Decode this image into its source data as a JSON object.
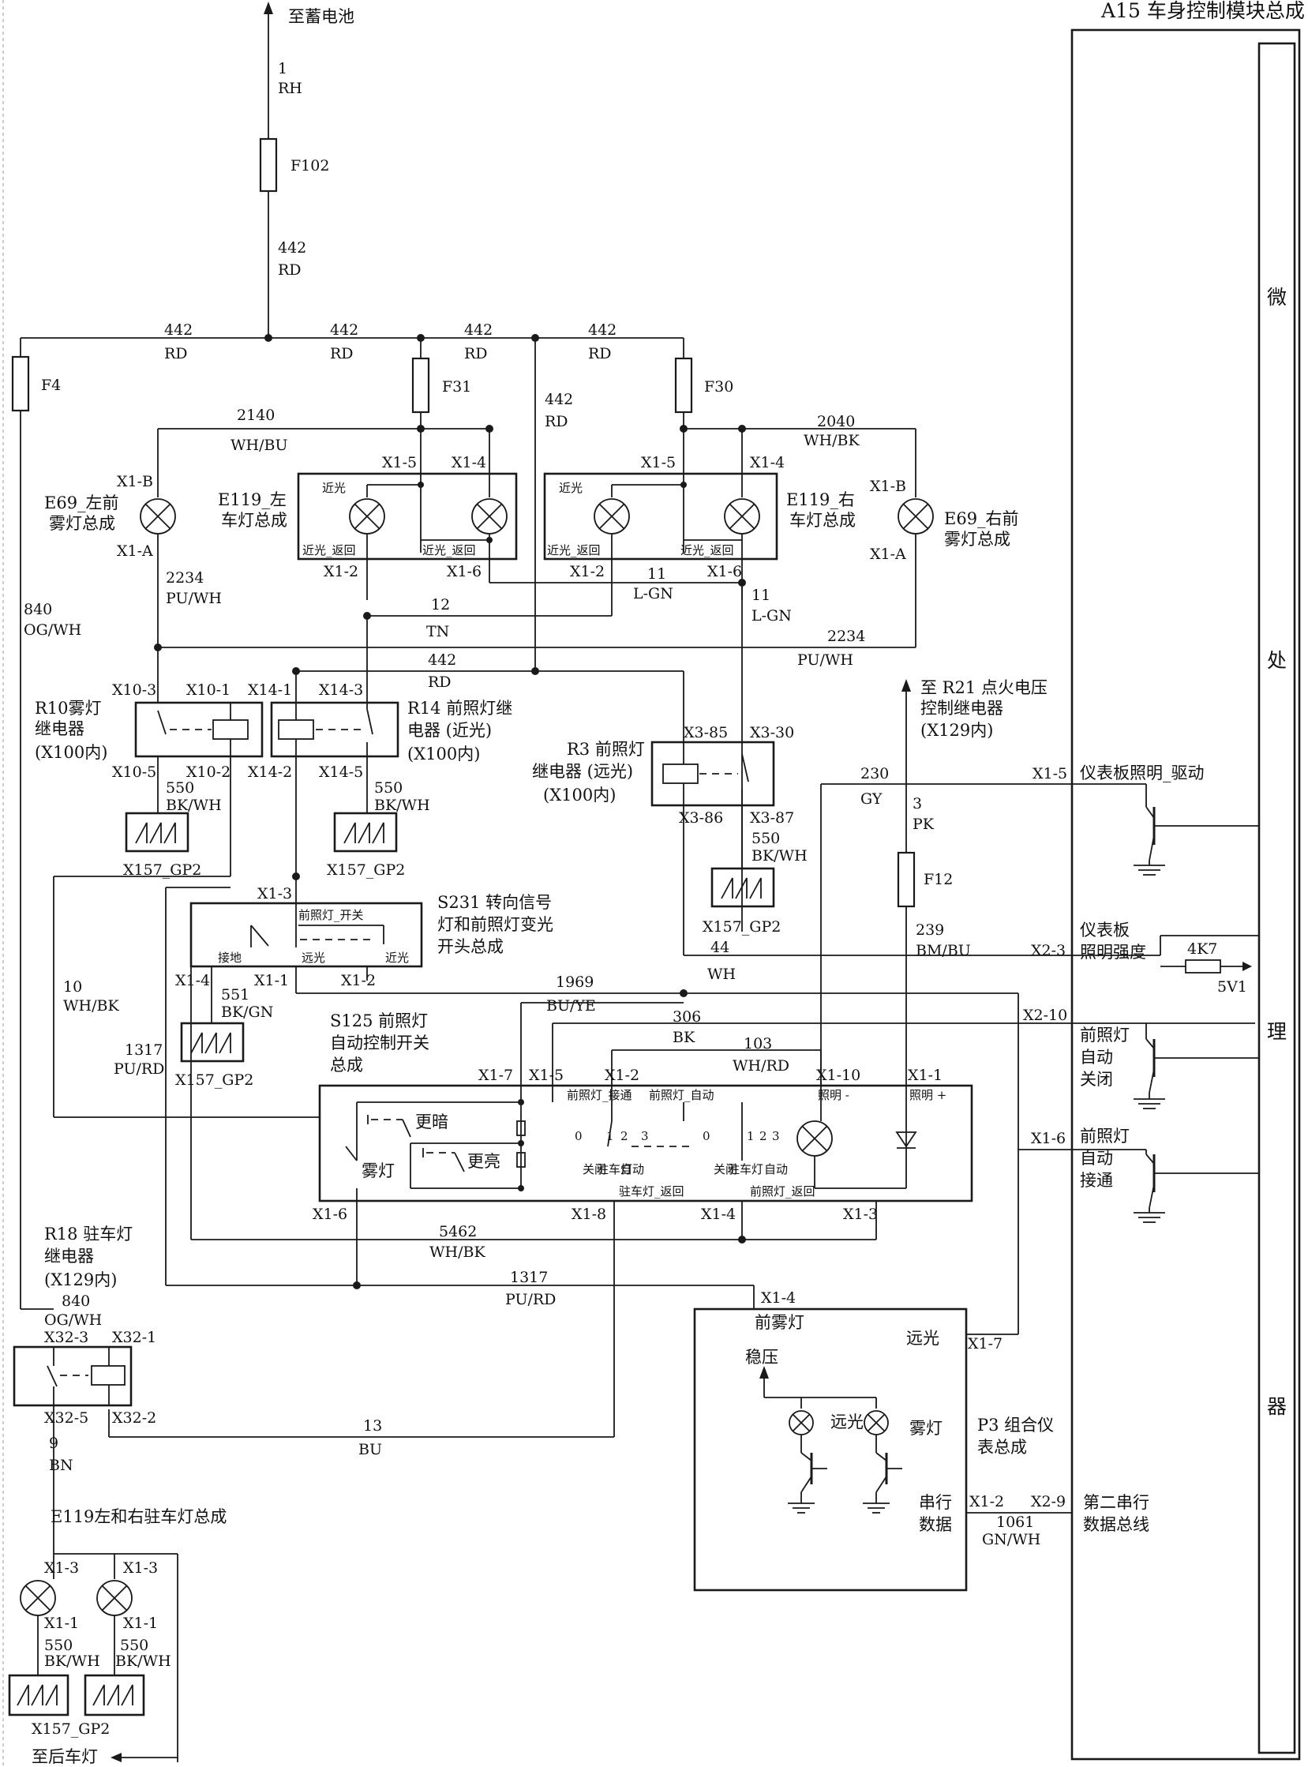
{
  "module": {
    "title": "A15 车身控制模块总成",
    "mcu": [
      "微",
      "处",
      "理",
      "器"
    ]
  },
  "battery": {
    "label": "至蓄电池",
    "pin": "1",
    "pin_name": "RH"
  },
  "fuses": {
    "f102": "F102",
    "f4": "F4",
    "f31": "F31",
    "f30": "F30",
    "f12": "F12"
  },
  "wires": {
    "n442": "442",
    "rd": "RD",
    "n2140": "2140",
    "whbu": "WH/BU",
    "n2040": "2040",
    "whbk": "WH/BK",
    "n2234": "2234",
    "puwh_l": "PU/WH",
    "puwh_r": "PU/WH",
    "n840": "840",
    "ogwh": "OG/WH",
    "n12": "12",
    "tn": "TN",
    "n11": "11",
    "lgn": "L-GN",
    "n550": "550",
    "bkwh": "BK/WH",
    "n230": "230",
    "gy": "GY",
    "n3": "3",
    "pk": "PK",
    "n239": "239",
    "bmbu": "BM/BU",
    "n44": "44",
    "wh": "WH",
    "n1969": "1969",
    "buye": "BU/YE",
    "n306": "306",
    "bk": "BK",
    "n103": "103",
    "whrd": "WH/RD",
    "n10": "10",
    "n1317": "1317",
    "purd": "PU/RD",
    "n551": "551",
    "bkgn": "BK/GN",
    "n5462": "5462",
    "n13": "13",
    "bu": "BU",
    "n9": "9",
    "bn": "BN",
    "n1061": "1061",
    "gnwh": "GN/WH"
  },
  "ground": "X157_GP2",
  "components": {
    "e69l": [
      "E69_左前",
      "雾灯总成"
    ],
    "e69r": [
      "E69_右前",
      "雾灯总成"
    ],
    "e119l": [
      "E119_左",
      "车灯总成"
    ],
    "e119r": [
      "E119_右",
      "车灯总成"
    ],
    "r10": [
      "R10雾灯",
      "继电器",
      "(X100内)"
    ],
    "r14": [
      "R14 前照灯继",
      "电器 (近光)",
      "(X100内)"
    ],
    "r3": [
      "R3 前照灯",
      "继电器 (远光)",
      "(X100内)"
    ],
    "r21": [
      "至 R21 点火电压",
      "控制继电器",
      "(X129内)"
    ],
    "s231": [
      "S231 转向信号",
      "灯和前照灯变光",
      "开头总成"
    ],
    "s125": [
      "S125 前照灯",
      "自动控制开关",
      "总成"
    ],
    "r18": [
      "R18 驻车灯",
      "继电器",
      "(X129内)"
    ],
    "e119p": "E119左和右驻车灯总成",
    "p3": [
      "P3 组合仪",
      "表总成"
    ],
    "rear": "至后车灯"
  },
  "lamp_text": {
    "jinguang": "近光",
    "jg_fanhui": "近光_返回",
    "jg_fanhui2": "近光_返回"
  },
  "s231_text": {
    "headlamp_switch": "前照灯_开关",
    "ground": "接地",
    "far": "远光",
    "near": "近光"
  },
  "s125_text": {
    "dark": "更暗",
    "bright": "更亮",
    "fog": "雾灯",
    "park_on": "前照灯_接通",
    "auto": "前照灯_自动",
    "illum_neg": "照明 -",
    "illum_pos": "照明 +",
    "park_ret": "驻车灯_返回",
    "head_ret": "前照灯_返回",
    "off": "关闭",
    "park": "驻车灯",
    "automatic": "自动",
    "p0": "0",
    "p1": "1",
    "p2": "2",
    "p3": "3"
  },
  "p3_text": {
    "front_fog": "前雾灯",
    "far": "远光",
    "reg": "稳压",
    "high": "远光",
    "fog": "雾灯",
    "serial": [
      "串行",
      "数据"
    ]
  },
  "bcm_signals": {
    "dash_drive": "仪表板照明_驱动",
    "dash_bright": [
      "仪表板",
      "照明强度"
    ],
    "head_off": [
      "前照灯",
      "自动",
      "关闭"
    ],
    "head_on": [
      "前照灯",
      "自动",
      "接通"
    ],
    "bus": [
      "第二串行",
      "数据总线"
    ],
    "res": "4K7",
    "v5": "5V1"
  },
  "pins": {
    "x1b": "X1-B",
    "x1a": "X1-A",
    "x15": "X1-5",
    "x14": "X1-4",
    "x12": "X1-2",
    "x16": "X1-6",
    "x103": "X10-3",
    "x101": "X10-1",
    "x105": "X10-5",
    "x102": "X10-2",
    "x141": "X14-1",
    "x143": "X14-3",
    "x142": "X14-2",
    "x145": "X14-5",
    "x385": "X3-85",
    "x330": "X3-30",
    "x386": "X3-86",
    "x387": "X3-87",
    "x13": "X1-3",
    "x11": "X1-1",
    "x17": "X1-7",
    "x110": "X1-10",
    "x18": "X1-8",
    "x323": "X32-3",
    "x321": "X32-1",
    "x325": "X32-5",
    "x322": "X32-2",
    "x23": "X2-3",
    "x210": "X2-10",
    "x29": "X2-9"
  }
}
